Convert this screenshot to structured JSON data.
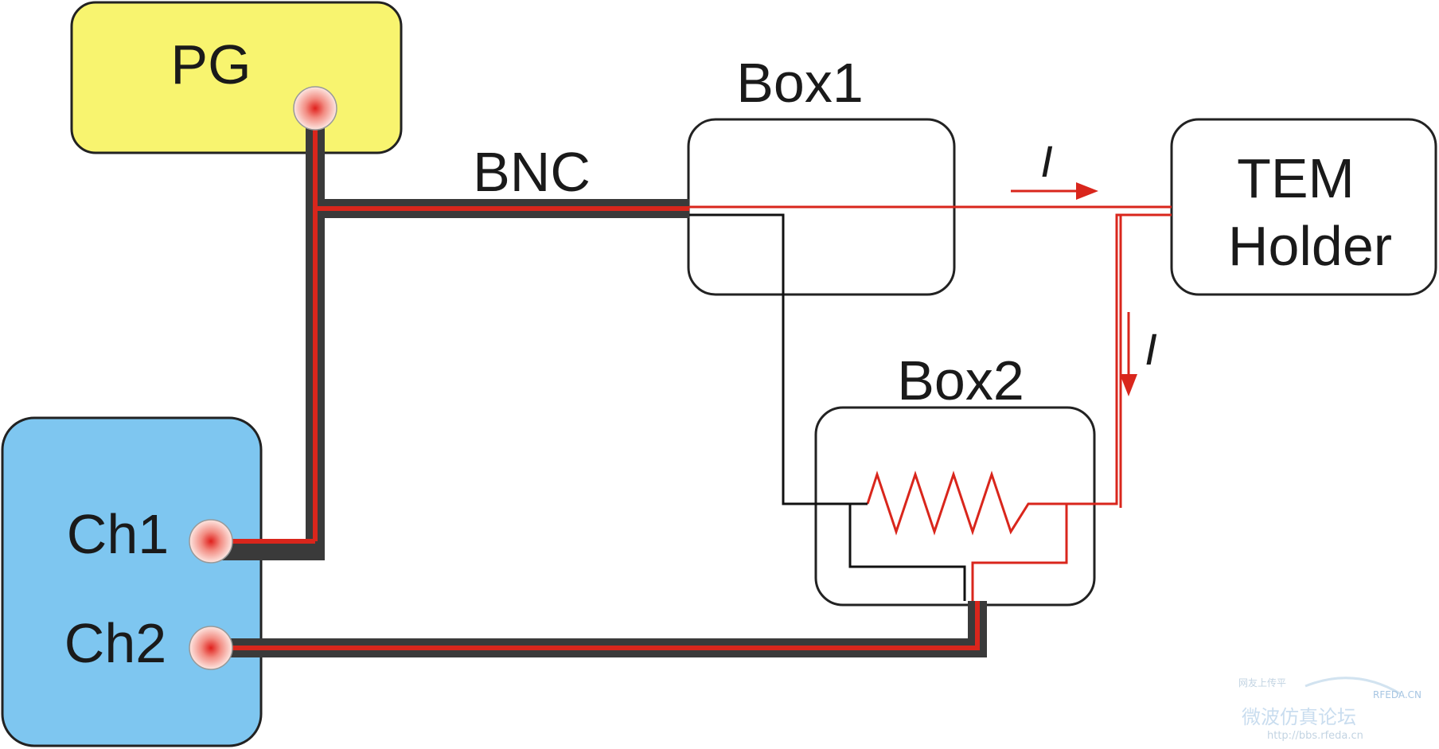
{
  "labels": {
    "pg": "PG",
    "box1": "Box1",
    "box2": "Box2",
    "bnc": "BNC",
    "tem_line1": "TEM",
    "tem_line2": "Holder",
    "ch1": "Ch1",
    "ch2": "Ch2",
    "current_top": "I",
    "current_side": "I"
  },
  "watermark": {
    "line1": "网友上传平",
    "brand": "RFEDA.CN",
    "chinese": "微波仿真论坛",
    "url": "http://bbs.rfeda.cn"
  },
  "colors": {
    "pg_fill": "#f8f46f",
    "scope_fill": "#7ec6f0",
    "cable_outer": "#3a3a3a",
    "cable_core": "#d9261c",
    "wire_red": "#d9261c",
    "wire_black": "#111111"
  }
}
